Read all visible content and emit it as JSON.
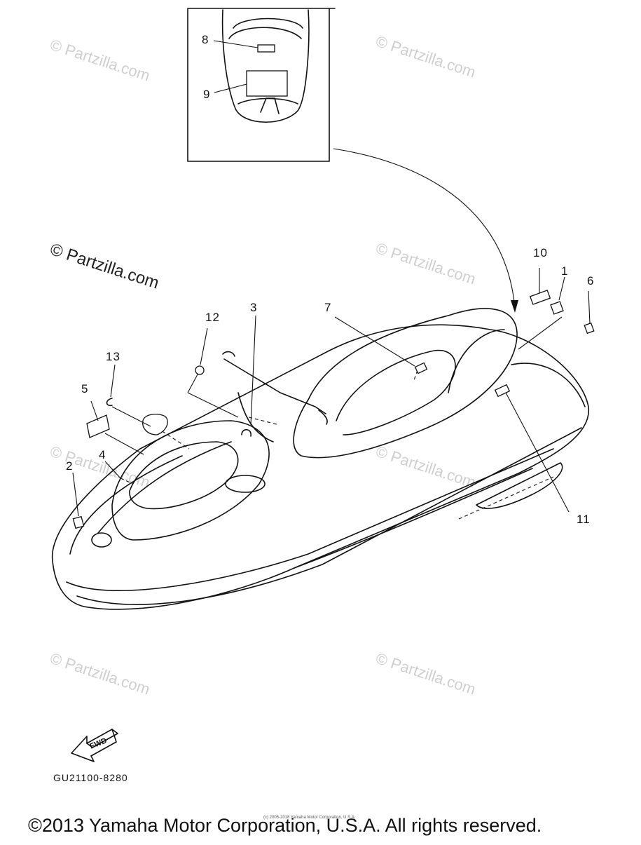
{
  "inset": {
    "callouts": [
      "8",
      "9"
    ]
  },
  "callouts": [
    "1",
    "2",
    "3",
    "4",
    "5",
    "6",
    "7",
    "10",
    "11",
    "12",
    "13"
  ],
  "watermarks": {
    "prominent": "© Partzilla.com",
    "faint": "© Partzilla.com"
  },
  "fwd_label": "FWD",
  "diagram_code": "GU21100-8280",
  "small_copyright": "(c) 2005-2018 Yamaha Motor Corporation, U.S.A.",
  "copyright": "©2013 Yamaha Motor Corporation, U.S.A. All rights reserved."
}
